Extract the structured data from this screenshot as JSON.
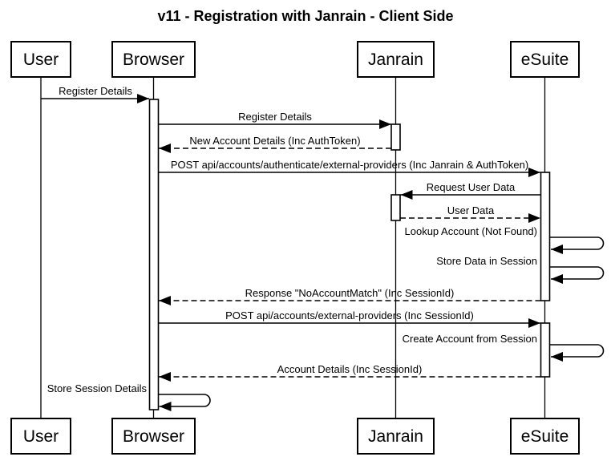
{
  "title": "v11 - Registration with Janrain - Client Side",
  "diagram_type": "uml-sequence",
  "colors": {
    "line": "#000000",
    "background": "#ffffff",
    "box_fill": "#ffffff",
    "text": "#000000"
  },
  "actors": [
    {
      "id": "user",
      "label": "User"
    },
    {
      "id": "browser",
      "label": "Browser"
    },
    {
      "id": "janrain",
      "label": "Janrain"
    },
    {
      "id": "esuite",
      "label": "eSuite"
    }
  ],
  "messages": [
    {
      "from": "User",
      "to": "Browser",
      "label": "Register Details",
      "line": "solid"
    },
    {
      "from": "Browser",
      "to": "Janrain",
      "label": "Register Details",
      "line": "solid"
    },
    {
      "from": "Janrain",
      "to": "Browser",
      "label": "New Account Details (Inc AuthToken)",
      "line": "dashed"
    },
    {
      "from": "Browser",
      "to": "eSuite",
      "label": "POST api/accounts/authenticate/external-providers (Inc Janrain & AuthToken)",
      "line": "solid"
    },
    {
      "from": "eSuite",
      "to": "Janrain",
      "label": "Request User Data",
      "line": "solid"
    },
    {
      "from": "Janrain",
      "to": "eSuite",
      "label": "User Data",
      "line": "dashed"
    },
    {
      "from": "eSuite",
      "to": "eSuite",
      "label": "Lookup Account (Not Found)",
      "line": "self"
    },
    {
      "from": "eSuite",
      "to": "eSuite",
      "label": "Store Data in Session",
      "line": "self"
    },
    {
      "from": "eSuite",
      "to": "Browser",
      "label": "Response \"NoAccountMatch\" (Inc SessionId)",
      "line": "dashed"
    },
    {
      "from": "Browser",
      "to": "eSuite",
      "label": "POST api/accounts/external-providers (Inc SessionId)",
      "line": "solid"
    },
    {
      "from": "eSuite",
      "to": "eSuite",
      "label": "Create Account from Session",
      "line": "self"
    },
    {
      "from": "eSuite",
      "to": "Browser",
      "label": "Account Details (Inc SessionId)",
      "line": "dashed"
    },
    {
      "from": "Browser",
      "to": "Browser",
      "label": "Store Session Details",
      "line": "self"
    }
  ]
}
